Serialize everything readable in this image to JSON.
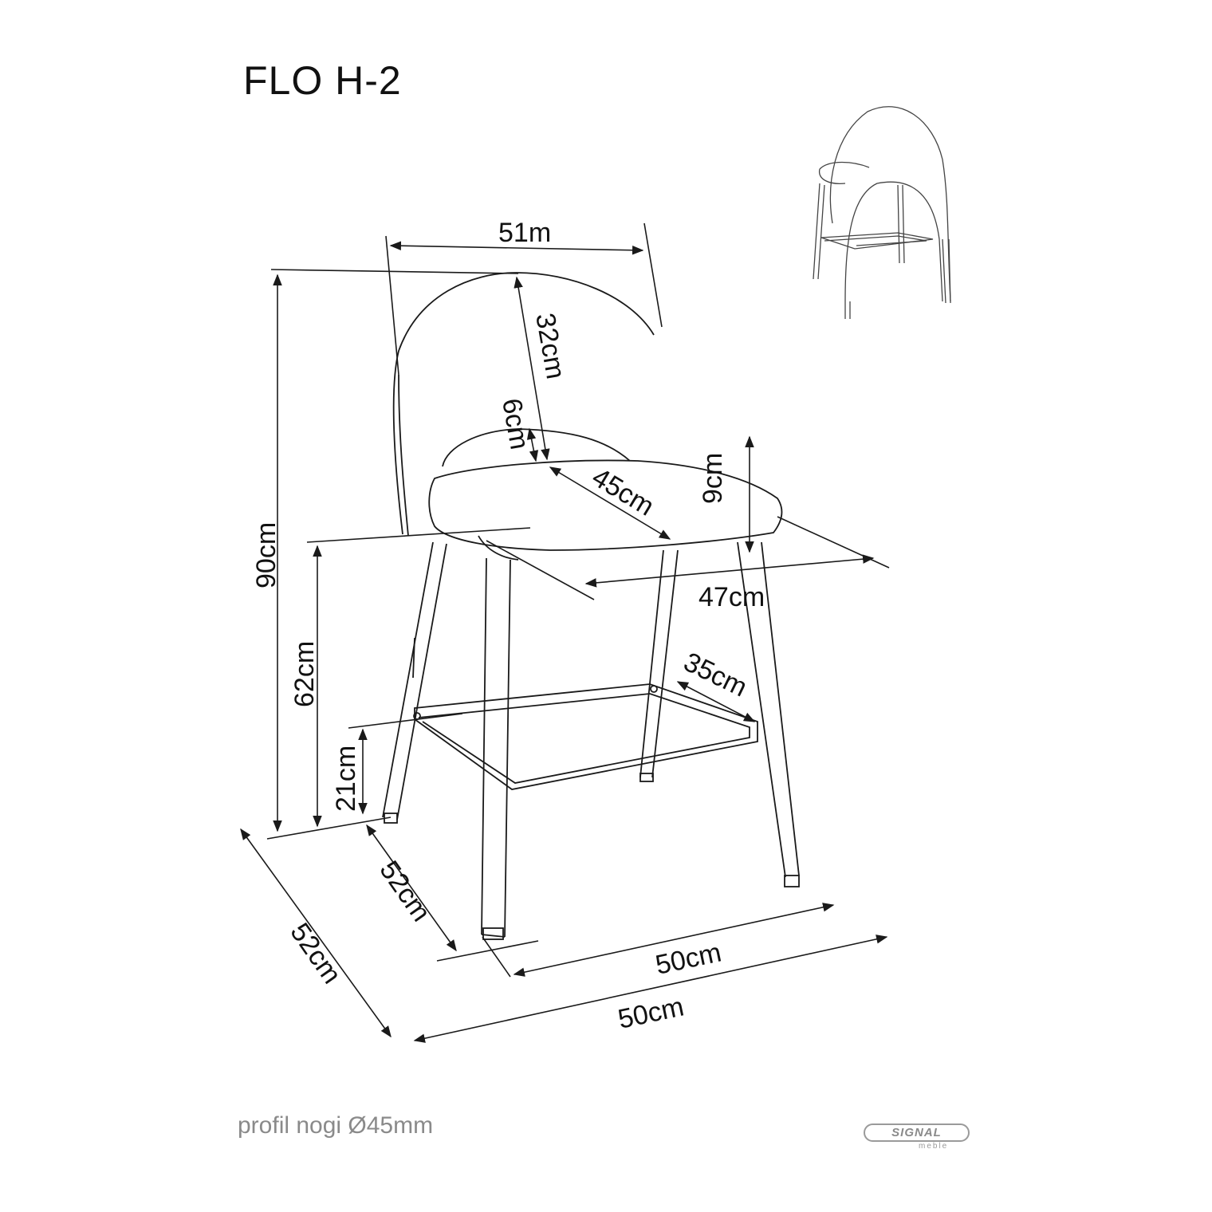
{
  "title": "FLO H-2",
  "footer_note": "profil nogi Ø45mm",
  "brand": {
    "name": "SIGNAL",
    "sub": "meble"
  },
  "dimensions": {
    "back_width": "51m",
    "back_height": "32cm",
    "seat_thickness_back": "6cm",
    "seat_depth": "45cm",
    "seat_thickness_front": "9cm",
    "total_height": "90cm",
    "seat_width": "47cm",
    "seat_height": "62cm",
    "footrest_depth": "35cm",
    "footrest_height": "21cm",
    "legs_depth": "52cm",
    "legs_width": "50cm",
    "base_depth": "52cm",
    "base_width": "50cm"
  }
}
